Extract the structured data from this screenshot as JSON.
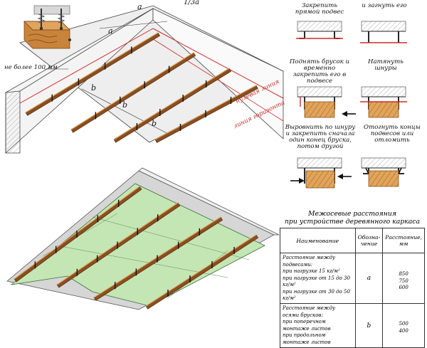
{
  "top_diagram": {
    "dim_a": "a",
    "dim_third_a": "1/3a",
    "dim_b_1": "b",
    "dim_b_2": "b",
    "dim_b_3": "b",
    "note_max_100": "не более 100 мм",
    "line_level": "нулевая линия",
    "line_horizon": "линия горизонта"
  },
  "steps": [
    {
      "text": "Закрепить прямой подвес"
    },
    {
      "text": "и загнуть его"
    },
    {
      "text": "Поднять брусок и временно закрепить его в подвесе"
    },
    {
      "text": "Натянуть шнуры"
    },
    {
      "text": "Выровнить по шнуру и закрепить сначала один конец бруска, потом другой"
    },
    {
      "text": "Отогнуть концы подвесов или отломить"
    }
  ],
  "table": {
    "title_line1": "Межосевые расстояния",
    "title_line2": "при устройстве деревянного каркаса",
    "headers": [
      "Наименование",
      "Обозна- чение",
      "Расстояние, мм"
    ],
    "rows": [
      {
        "name_lines": [
          "Расстояние между подвесами:",
          "при нагрузке 15 кг/м²",
          "при нагрузке от 15 до 30 кг/м²",
          "при нагрузке от 30 до 50 кг/м²"
        ],
        "symbol": "a",
        "values": [
          "850",
          "750",
          "600"
        ]
      },
      {
        "name_lines": [
          "Расстояние между осями брусков:",
          "при поперечном монтаже листов",
          "при продольном монтаже листов"
        ],
        "symbol": "b",
        "values": [
          "500",
          "400"
        ]
      }
    ]
  },
  "colors": {
    "wood": "#8b4e1f",
    "wood_light": "#d9a55f",
    "board_green": "#c4e6b4",
    "red_line": "#d22a2a",
    "wall": "#f5f5f5",
    "ceiling": "#d6d6d6"
  }
}
